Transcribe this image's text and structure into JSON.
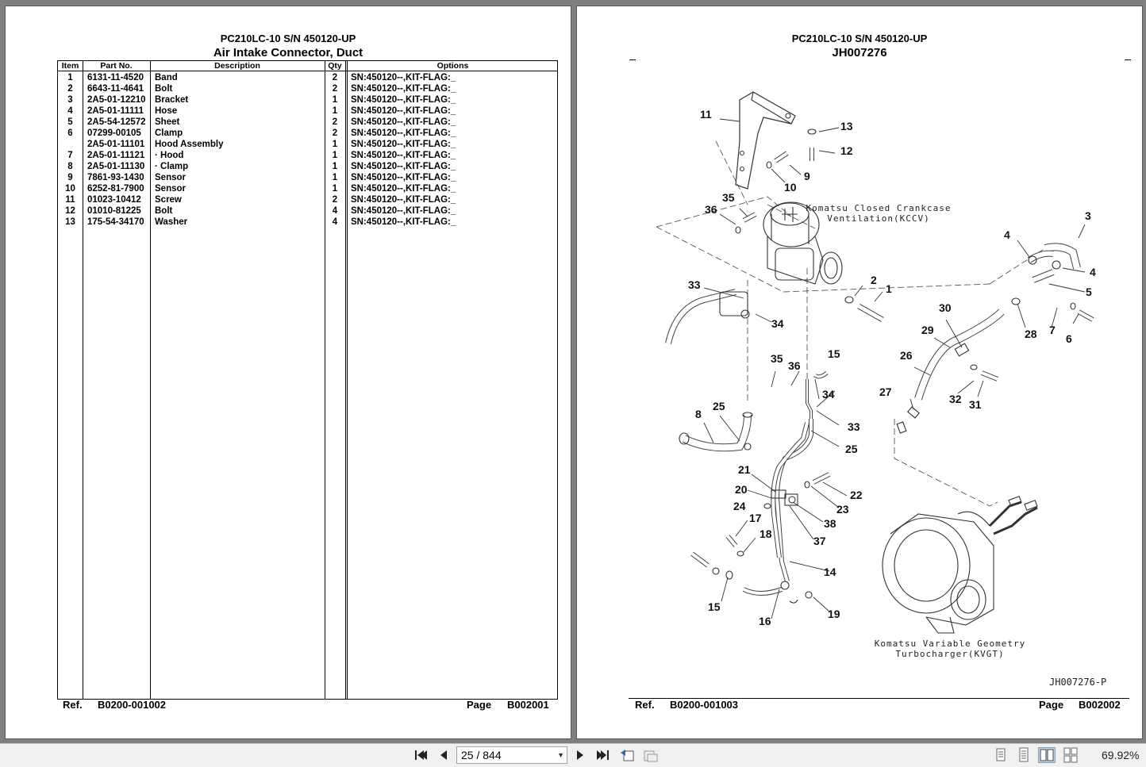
{
  "left_page": {
    "title": "PC210LC-10 S/N 450120-UP",
    "subtitle": "Air Intake Connector, Duct",
    "columns": [
      "Item",
      "Part No.",
      "Description",
      "Qty",
      "Options"
    ],
    "rows": [
      {
        "item": "1",
        "part": "6131-11-4520",
        "desc": "Band",
        "qty": "2",
        "opt": "SN:450120--,KIT-FLAG:_"
      },
      {
        "item": "2",
        "part": "6643-11-4641",
        "desc": "Bolt",
        "qty": "2",
        "opt": "SN:450120--,KIT-FLAG:_"
      },
      {
        "item": "3",
        "part": "2A5-01-12210",
        "desc": "Bracket",
        "qty": "1",
        "opt": "SN:450120--,KIT-FLAG:_"
      },
      {
        "item": "4",
        "part": "2A5-01-11111",
        "desc": "Hose",
        "qty": "1",
        "opt": "SN:450120--,KIT-FLAG:_"
      },
      {
        "item": "5",
        "part": "2A5-54-12572",
        "desc": "Sheet",
        "qty": "2",
        "opt": "SN:450120--,KIT-FLAG:_"
      },
      {
        "item": "6",
        "part": "07299-00105",
        "desc": "Clamp",
        "qty": "2",
        "opt": "SN:450120--,KIT-FLAG:_"
      },
      {
        "item": "",
        "part": "2A5-01-11101",
        "desc": "Hood Assembly",
        "qty": "1",
        "opt": "SN:450120--,KIT-FLAG:_"
      },
      {
        "item": "7",
        "part": "2A5-01-11121",
        "desc": "· Hood",
        "qty": "1",
        "opt": "SN:450120--,KIT-FLAG:_"
      },
      {
        "item": "8",
        "part": "2A5-01-11130",
        "desc": "· Clamp",
        "qty": "1",
        "opt": "SN:450120--,KIT-FLAG:_"
      },
      {
        "item": "9",
        "part": "7861-93-1430",
        "desc": "Sensor",
        "qty": "1",
        "opt": "SN:450120--,KIT-FLAG:_"
      },
      {
        "item": "10",
        "part": "6252-81-7900",
        "desc": "Sensor",
        "qty": "1",
        "opt": "SN:450120--,KIT-FLAG:_"
      },
      {
        "item": "11",
        "part": "01023-10412",
        "desc": "Screw",
        "qty": "2",
        "opt": "SN:450120--,KIT-FLAG:_"
      },
      {
        "item": "12",
        "part": "01010-81225",
        "desc": "Bolt",
        "qty": "4",
        "opt": "SN:450120--,KIT-FLAG:_"
      },
      {
        "item": "13",
        "part": "175-54-34170",
        "desc": "Washer",
        "qty": "4",
        "opt": "SN:450120--,KIT-FLAG:_"
      }
    ],
    "ref_label": "Ref.",
    "ref_value": "B0200-001002",
    "page_label": "Page",
    "page_value": "B002001"
  },
  "right_page": {
    "title": "PC210LC-10 S/N 450120-UP",
    "subtitle": "JH007276",
    "kccv_label_line1": "Komatsu Closed Crankcase",
    "kccv_label_line2": "Ventilation(KCCV)",
    "kvgt_label_line1": "Komatsu Variable Geometry",
    "kvgt_label_line2": "Turbocharger(KVGT)",
    "figure_ref": "JH007276-P",
    "ref_label": "Ref.",
    "ref_value": "B0200-001003",
    "page_label": "Page",
    "page_value": "B002002"
  },
  "toolbar": {
    "page_indicator": "25 / 844",
    "zoom": "69.92%"
  }
}
